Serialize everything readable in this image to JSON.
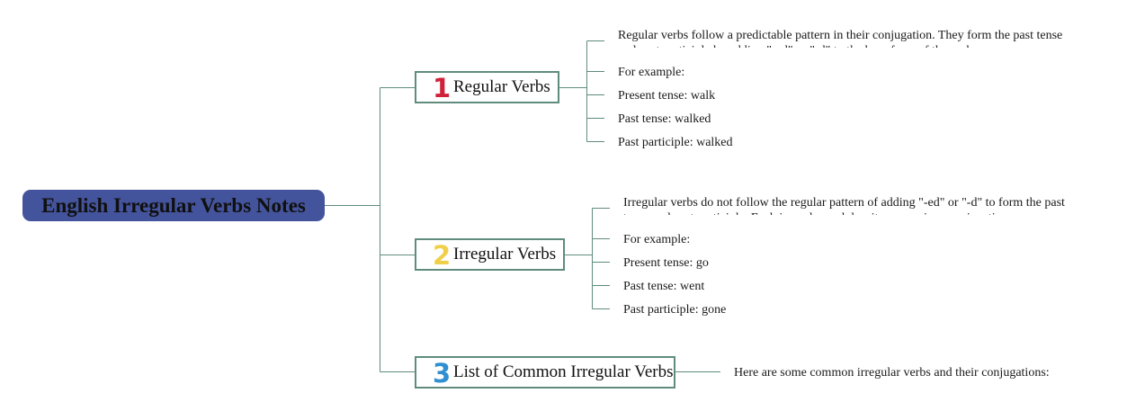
{
  "root": {
    "title": "English Irregular Verbs Notes"
  },
  "topics": [
    {
      "number": "1",
      "label": "Regular Verbs",
      "number_color": "#d0213a",
      "details": [
        "Regular verbs follow a predictable pattern in their conjugation. They form the past tense and past participle by adding \"-ed\" or \"-d\" to the base form of the verb.",
        "For example:",
        "Present tense: walk",
        "Past tense: walked",
        "Past participle: walked"
      ]
    },
    {
      "number": "2",
      "label": "Irregular Verbs",
      "number_color": "#f0d04a",
      "details": [
        "Irregular verbs do not follow the regular pattern of adding \"-ed\" or \"-d\" to form the past tense and past participle. Each irregular verb has its own unique conjugation.",
        "For example:",
        "Present tense: go",
        "Past tense: went",
        "Past participle: gone"
      ]
    },
    {
      "number": "3",
      "label": "List of Common Irregular Verbs",
      "number_color": "#2f8fd0",
      "details": [
        "Here are some common irregular verbs and their conjugations:"
      ]
    }
  ],
  "colors": {
    "root_bg": "#44549c",
    "connector": "#5f8c7c"
  }
}
